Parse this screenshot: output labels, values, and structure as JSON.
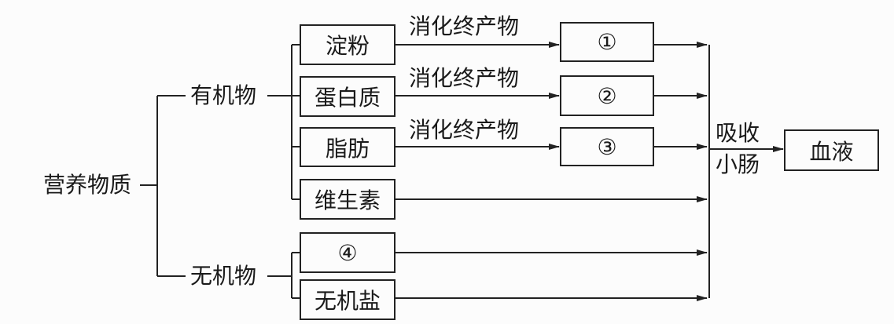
{
  "root": "营养物质",
  "groups": {
    "organic": "有机物",
    "inorganic": "无机物"
  },
  "organic_items": [
    "淀粉",
    "蛋白质",
    "脂肪",
    "维生素"
  ],
  "inorganic_items": [
    "④",
    "无机盐"
  ],
  "digestion_label": "消化终产物",
  "products": [
    "①",
    "②",
    "③"
  ],
  "absorb_top": "吸收",
  "absorb_bottom": "小肠",
  "destination": "血液"
}
